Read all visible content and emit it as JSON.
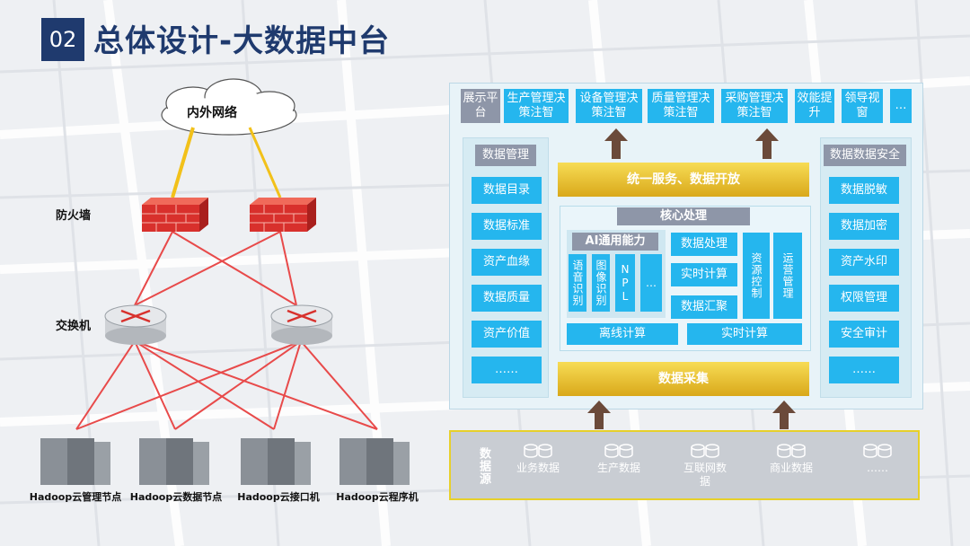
{
  "header": {
    "number": "02",
    "title": "总体设计-大数据中台"
  },
  "network": {
    "cloud_label": "内外网络",
    "firewall_label": "防火墙",
    "switch_label": "交换机",
    "nodes": [
      "Hadoop云管理节点",
      "Hadoop云数据节点",
      "Hadoop云接口机",
      "Hadoop云程序机"
    ],
    "colors": {
      "link": "#e84a4a",
      "uplink": "#f2c11a",
      "firewall": "#d8302c"
    }
  },
  "platform": {
    "display_label": "展示平台",
    "apps": [
      "生产管理决策注智",
      "设备管理决策注智",
      "质量管理决策注智",
      "采购管理决策注智",
      "效能提升",
      "领导视窗",
      "…"
    ]
  },
  "left_panel": {
    "title": "数据管理",
    "items": [
      "数据目录",
      "数据标准",
      "资产血缘",
      "数据质量",
      "资产价值",
      "……"
    ]
  },
  "right_panel": {
    "title": "数据数据安全",
    "items": [
      "数据脱敏",
      "数据加密",
      "资产水印",
      "权限管理",
      "安全审计",
      "……"
    ]
  },
  "center": {
    "service_bar": "统一服务、数据开放",
    "core_title": "核心处理",
    "ai_title": "AI通用能力",
    "ai_items": [
      "语音识别",
      "图像识别",
      "NPL",
      "…"
    ],
    "processing": [
      "数据处理",
      "实时计算",
      "数据汇聚"
    ],
    "resource_control": "资源控制",
    "operation_mgmt": "运营管理",
    "offline_compute": "离线计算",
    "realtime_compute": "实时计算",
    "collect_bar": "数据采集"
  },
  "sources": {
    "label": "数据源",
    "items": [
      "业务数据",
      "生产数据",
      "互联网数据",
      "商业数据",
      "……"
    ]
  },
  "colors": {
    "accent_blue": "#25b6ee",
    "header_navy": "#1f3a6e",
    "gold": "#e0b321",
    "arrow": "#6b4a3a"
  }
}
